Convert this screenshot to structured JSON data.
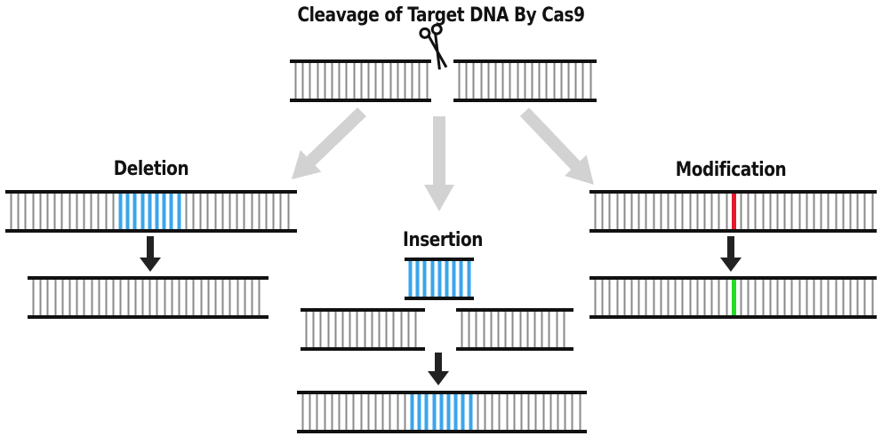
{
  "title": "Cleavage of Target DNA By Cas9",
  "outcomes": {
    "deletion": "Deletion",
    "insertion": "Insertion",
    "modification": "Modification"
  },
  "colors": {
    "strand": "#111111",
    "rung": "#8a8a8a",
    "highlight_blue": "#3aa6ea",
    "mutation_before": "#e8192c",
    "mutation_after": "#22dd22",
    "pathway_arrow": "#d2d2d2",
    "step_arrow": "#222222"
  },
  "icons": {
    "cut_tool": "scissors-icon"
  }
}
